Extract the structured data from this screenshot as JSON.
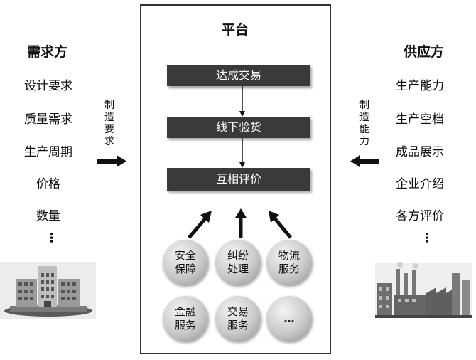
{
  "platform": {
    "title": "平台",
    "steps": [
      "达成交易",
      "线下验货",
      "互相评价"
    ],
    "services": [
      [
        "安全",
        "保障"
      ],
      [
        "纠纷",
        "处理"
      ],
      [
        "物流",
        "服务"
      ],
      [
        "金融",
        "服务"
      ],
      [
        "交易",
        "服务"
      ],
      [
        "…"
      ]
    ]
  },
  "demand": {
    "title": "需求方",
    "items": [
      "设计要求",
      "质量需求",
      "生产周期",
      "价格",
      "数量",
      "⋮"
    ],
    "arrow_label": "制造要求",
    "image_icon": "office-building-icon"
  },
  "supply": {
    "title": "供应方",
    "items": [
      "生产能力",
      "生产空档",
      "成品展示",
      "企业介绍",
      "各方评价",
      "⋮"
    ],
    "arrow_label": "制造能力",
    "image_icon": "factory-icon"
  }
}
